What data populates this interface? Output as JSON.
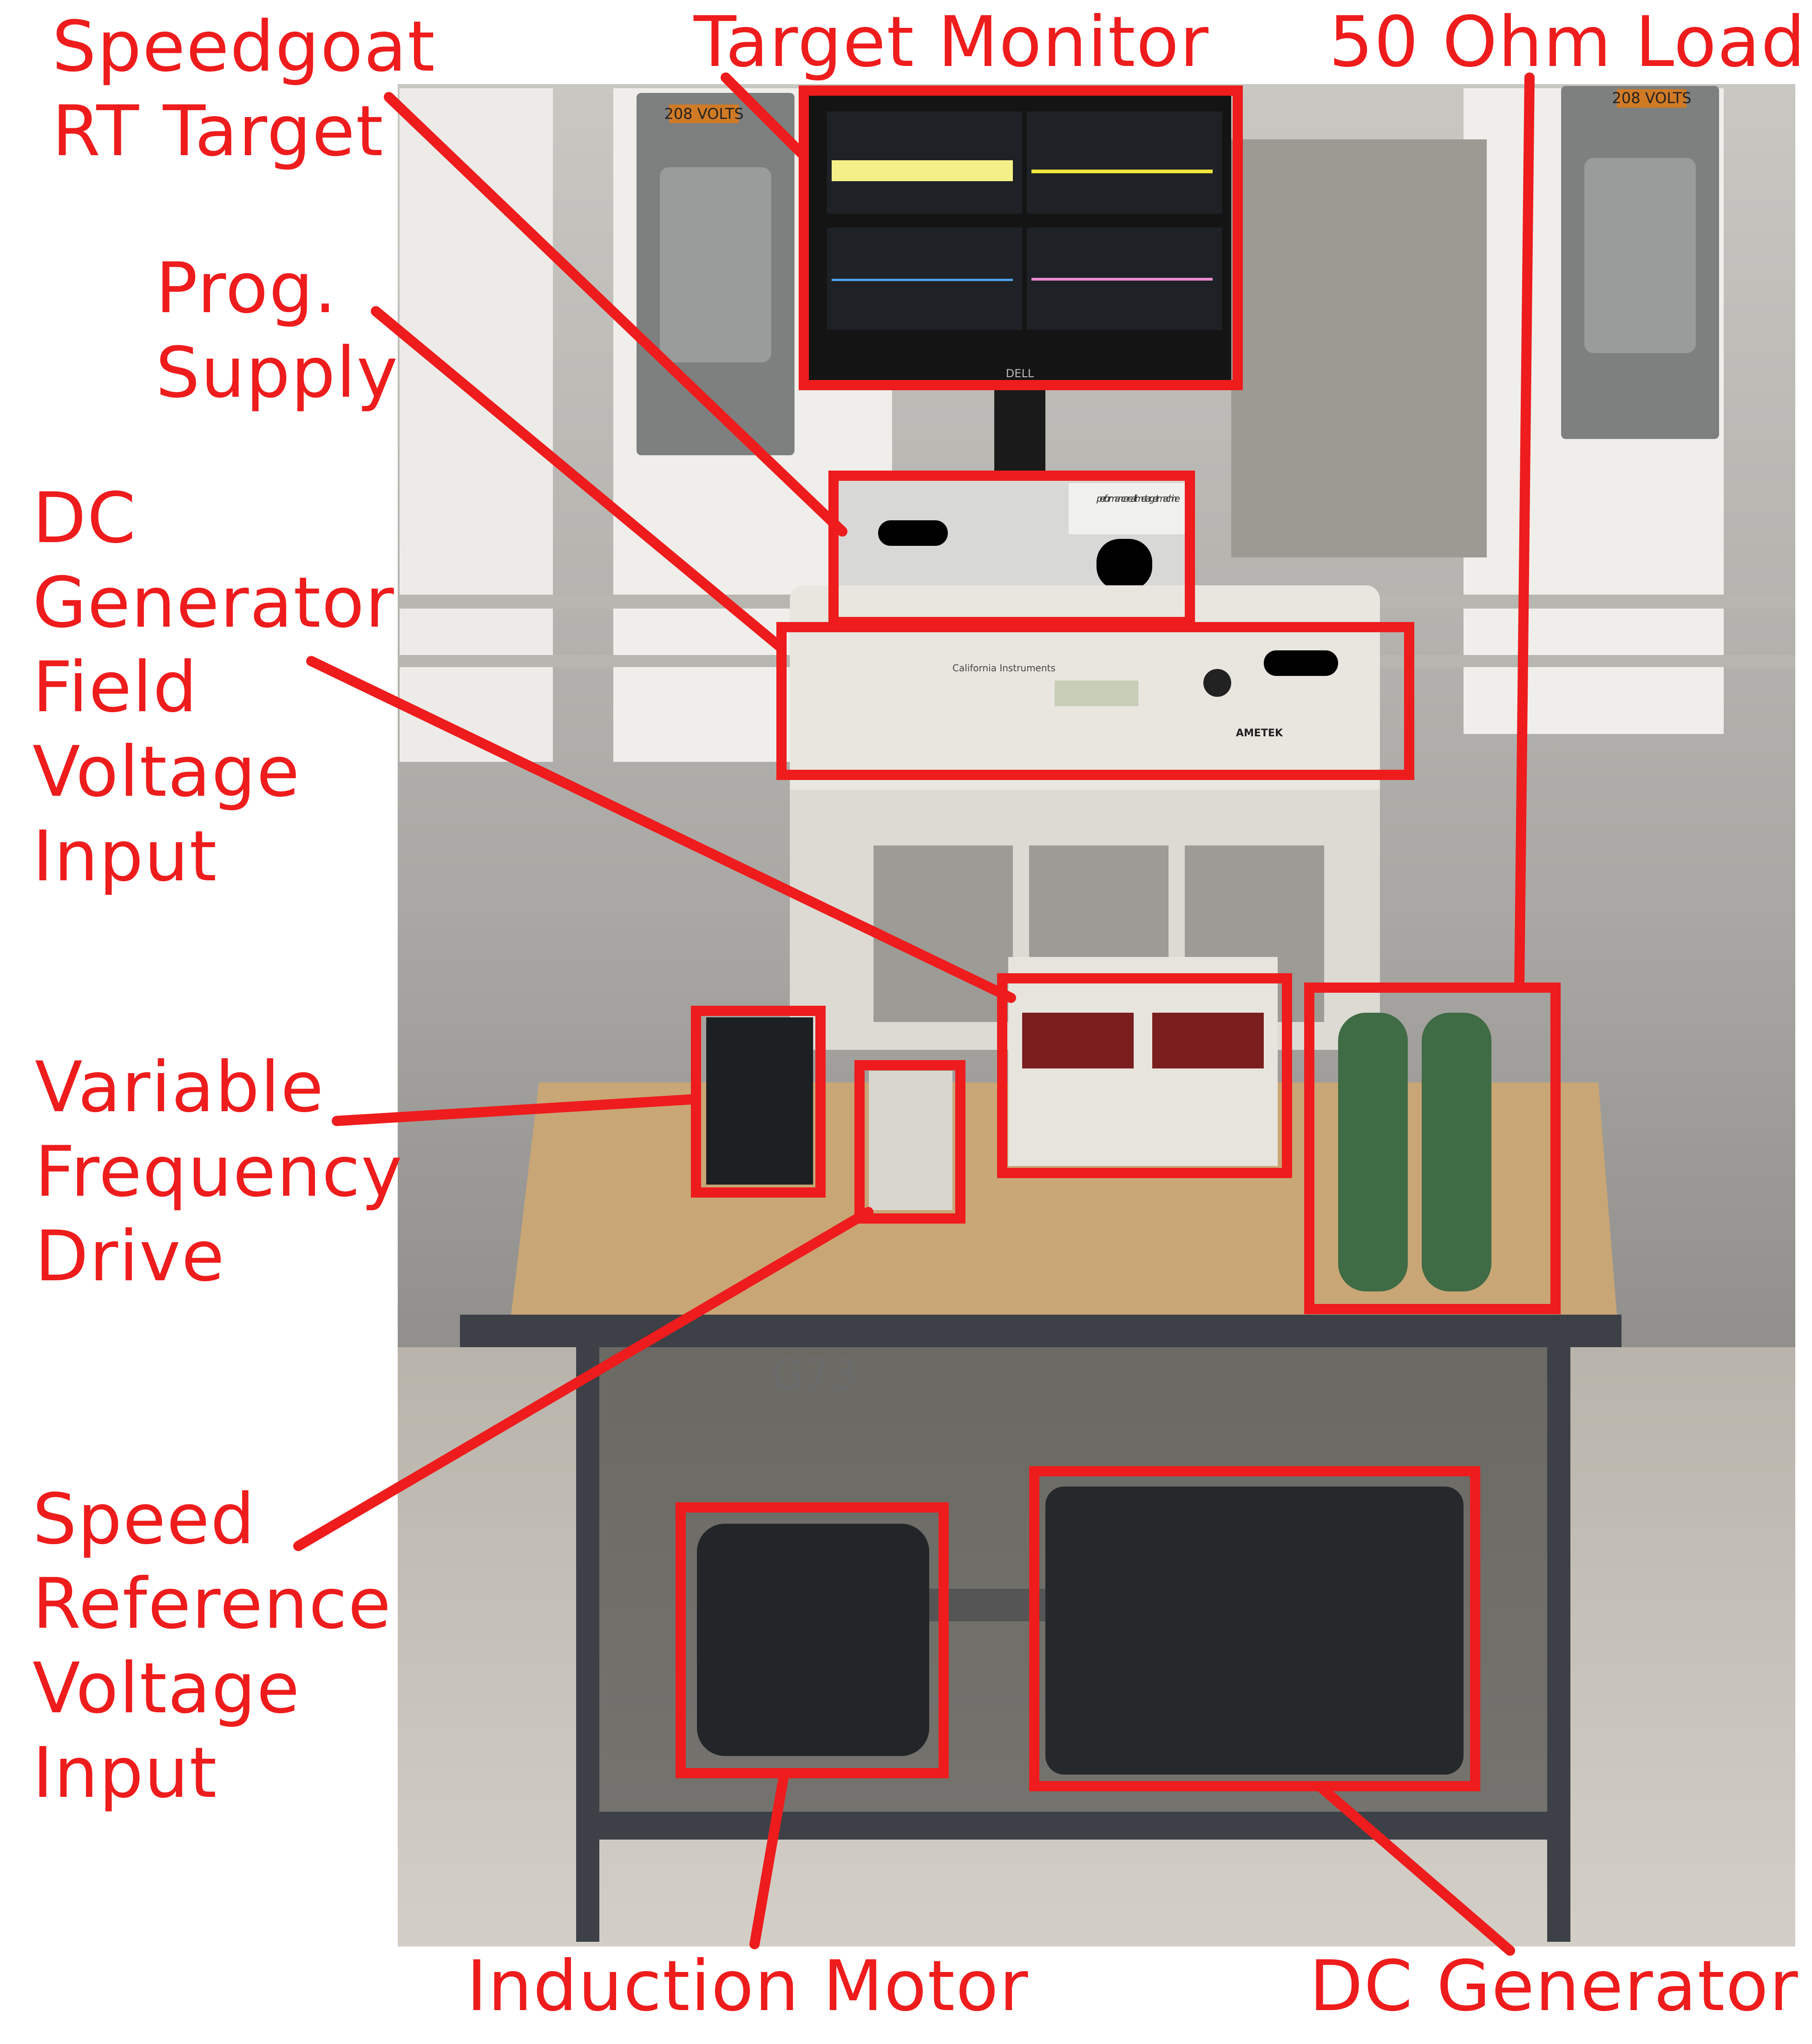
{
  "labels": {
    "speedgoat": [
      "Speedgoat",
      "RT Target"
    ],
    "target_monitor": "Target Monitor",
    "load": "50 Ohm Load",
    "prog_supply": [
      "Prog.",
      "Supply"
    ],
    "dc_field": [
      "DC",
      "Generator",
      "Field",
      "Voltage",
      "Input"
    ],
    "vfd": [
      "Variable",
      "Frequency",
      "Drive"
    ],
    "speed_ref": [
      "Speed",
      "Reference",
      "Voltage",
      "Input"
    ],
    "induction_motor": "Induction Motor",
    "dc_generator": "DC Generator"
  },
  "photo_text": {
    "panel_left": "208 VOLTS",
    "panel_right": "208 VOLTS",
    "monitor_brand": "DELL",
    "speedgoat_tag": "performance real-time target machine",
    "supply_brand": "AMETEK",
    "supply_maker": "California Instruments",
    "cart_marking": "G73"
  },
  "colors": {
    "annotation": "#ee1c1c"
  }
}
